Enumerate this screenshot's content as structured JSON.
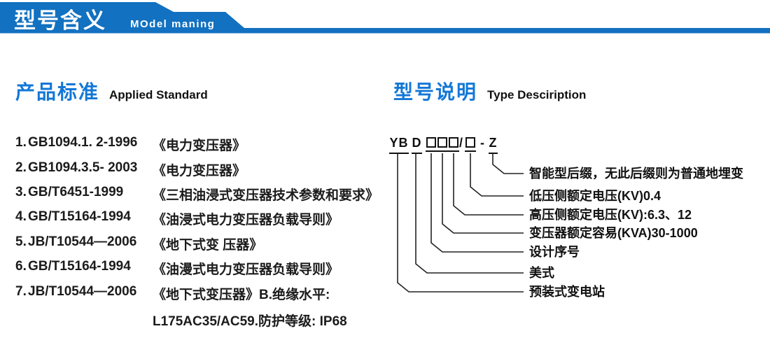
{
  "header": {
    "title": "型号含义",
    "subtitle": "MOdel maning"
  },
  "left_section": {
    "heading_zh": "产品标准",
    "heading_en": "Applied Standard",
    "standards": [
      {
        "num": "1.",
        "code": "GB1094.1. 2-1996",
        "title": "《电力变压器》"
      },
      {
        "num": "2.",
        "code": "GB1094.3.5- 2003",
        "title": "《电力变压器》"
      },
      {
        "num": "3.",
        "code": "GB/T6451-1999",
        "title": "《三相油浸式变压器技术参数和要求》"
      },
      {
        "num": "4.",
        "code": "GB/T15164-1994",
        "title": "《油浸式电力变压器负载导则》"
      },
      {
        "num": "5.",
        "code": "JB/T10544—2006",
        "title": "《地下式变 压器》"
      },
      {
        "num": "6.",
        "code": "GB/T15164-1994",
        "title": "《油漫式电力变压器负载导则》"
      },
      {
        "num": "7.",
        "code": "JB/T10544—2006",
        "title": "《地下式变压器》B.绝缘水平:"
      }
    ],
    "continuation": "L175AC35/AC59.防护等级: IP68"
  },
  "right_section": {
    "heading_zh": "型号说明",
    "heading_en": "Type Desciription",
    "model_code": {
      "prefix": "YB",
      "design_letter": "D",
      "capacity_box_count": 3,
      "slash": "/",
      "voltage_box_count": 1,
      "dash": "-",
      "suffix": "Z"
    },
    "labels": [
      {
        "text": "智能型后缀，无此后缀则为普通地埋变"
      },
      {
        "text": "低压侧额定电压(KV)0.4"
      },
      {
        "text": "高压侧额定电压(KV):6.3、12"
      },
      {
        "text": "变压器额定容易(KVA)30-1000"
      },
      {
        "text": "设计序号"
      },
      {
        "text": "美式"
      },
      {
        "text": "预装式变电站"
      }
    ]
  },
  "colors": {
    "banner_blue": "#1271c0",
    "heading_blue": "#1377d6",
    "text_black": "#1b1b1b"
  }
}
